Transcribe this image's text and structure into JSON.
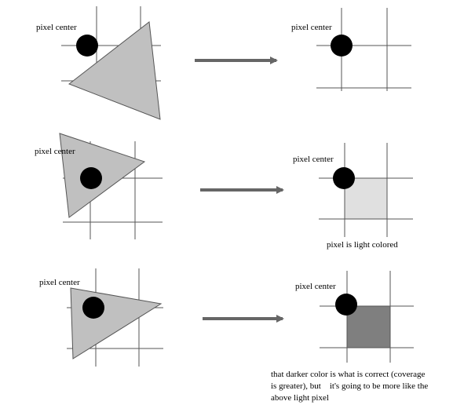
{
  "colors": {
    "grid_line": "#555555",
    "triangle_fill": "#c0c0c0",
    "triangle_stroke": "#555555",
    "pixel_center_dot": "#000000",
    "arrow": "#666666",
    "light_pixel": "#e0e0e0",
    "dark_pixel": "#7f7f7f"
  },
  "rows": [
    {
      "left_label": "pixel center",
      "right_label": "pixel center",
      "result_pixel": "none",
      "caption_lines": []
    },
    {
      "left_label": "pixel center",
      "right_label": "pixel center",
      "result_pixel": "light",
      "caption_lines": [
        "pixel is light colored"
      ]
    },
    {
      "left_label": "pixel center",
      "right_label": "pixel center",
      "result_pixel": "dark",
      "caption_lines": [
        "that darker color is what is correct (coverage",
        "is greater), but    it's going to be more like the",
        "above light pixel"
      ]
    }
  ]
}
